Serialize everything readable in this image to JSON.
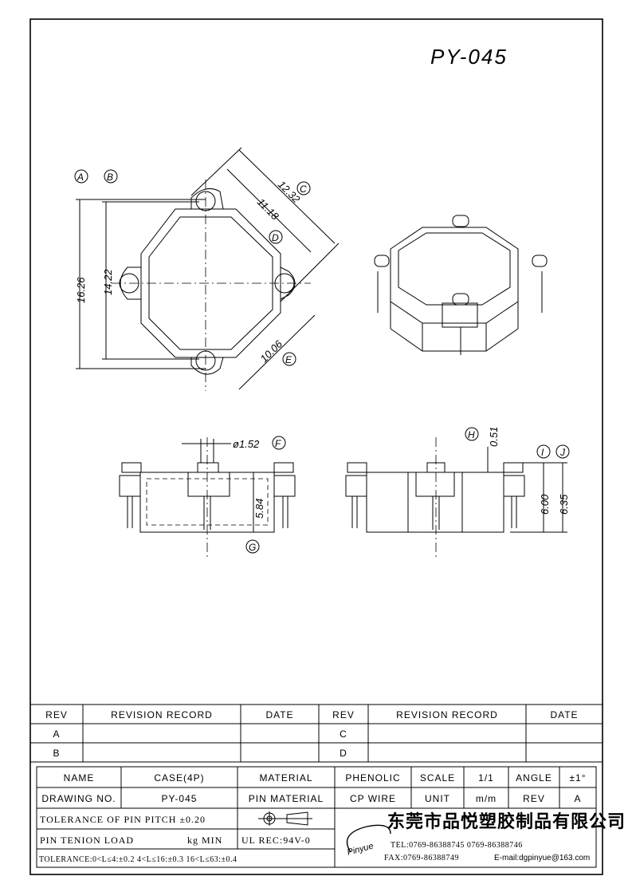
{
  "drawing_title": "PY-045",
  "top_view": {
    "labels": [
      "A",
      "B",
      "C",
      "D",
      "E"
    ],
    "dims": {
      "overall_height": "16.26",
      "pin_span": "14.22",
      "diag_outer": "12.32",
      "diag_inner": "11.18",
      "diag_pin": "10.06"
    }
  },
  "side_view": {
    "pin_dia": "ø1.52",
    "pin_dia_label": "F",
    "height": "5.84",
    "height_label": "G",
    "gap": "0.51",
    "gap_label": "H",
    "body_height": "6.00",
    "total_height": "6.35",
    "label_i": "I",
    "label_j": "J"
  },
  "revision_table": {
    "headers": [
      "REV",
      "REVISION RECORD",
      "DATE",
      "REV",
      "REVISION RECORD",
      "DATE"
    ],
    "rows": [
      [
        "A",
        "",
        "",
        "C",
        "",
        ""
      ],
      [
        "B",
        "",
        "",
        "D",
        "",
        ""
      ]
    ]
  },
  "title_block": {
    "name_label": "NAME",
    "name": "CASE(4P)",
    "material_label": "MATERIAL",
    "material": "PHENOLIC",
    "scale_label": "SCALE",
    "scale": "1/1",
    "angle_label": "ANGLE",
    "angle": "±1°",
    "drawing_no_label": "DRAWING NO.",
    "drawing_no": "PY-045",
    "pin_material_label": "PIN MATERIAL",
    "pin_material": "CP WIRE",
    "unit_label": "UNIT",
    "unit": "m/m",
    "rev_label": "REV",
    "rev": "A",
    "pin_pitch_tol": "TOLERANCE OF PIN PITCH ±0.20",
    "pin_load_label": "PIN TENION LOAD",
    "pin_load_unit": "kg MIN",
    "ul": "UL REC:94V-0",
    "tolerance": "TOLERANCE:0<L≤4:±0.2  4<L≤16:±0.3  16<L≤63:±0.4",
    "company": "东莞市品悦塑胶制品有限公司",
    "logo": "Pinyue",
    "tel": "TEL:0769-86388745    0769-86388746",
    "fax": "FAX:0769-86388749",
    "email": "E-mail:dgpinyue@163.com"
  }
}
